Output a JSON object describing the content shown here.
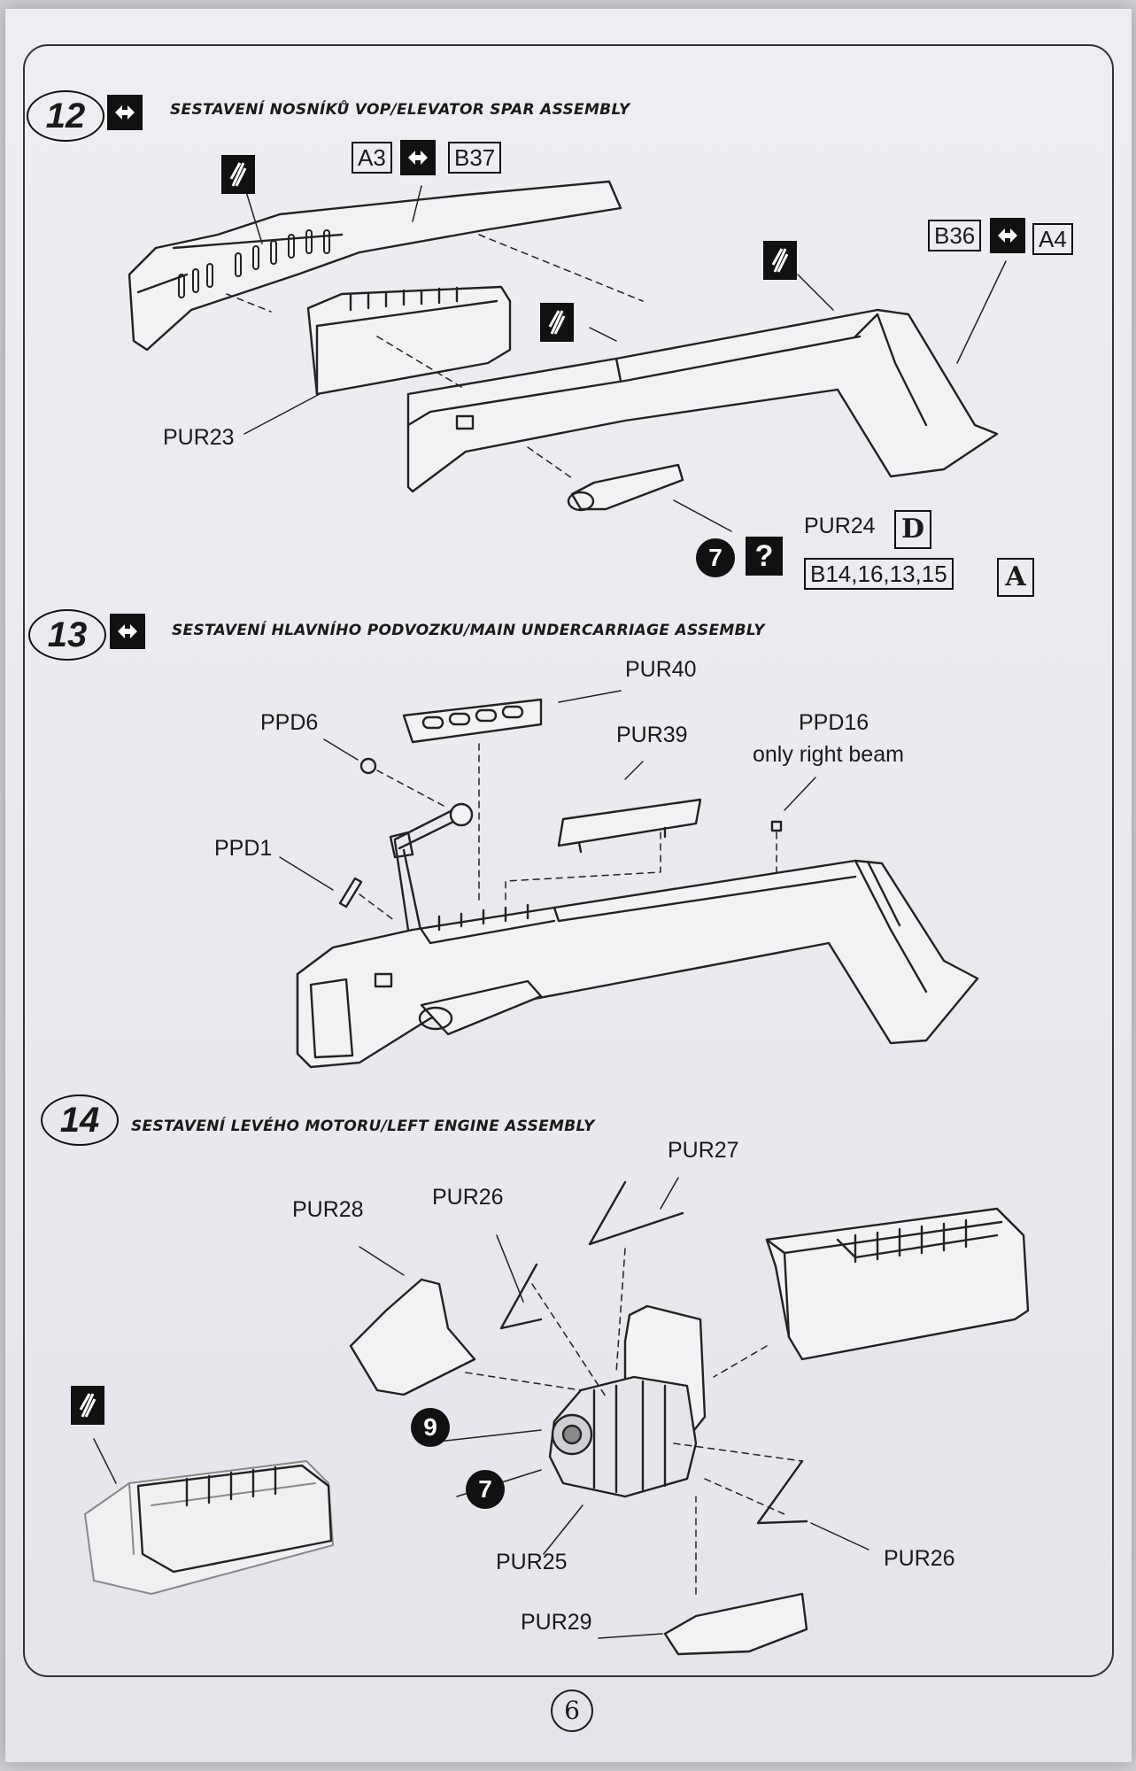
{
  "page_number": "6",
  "steps": [
    {
      "number": "12",
      "title": "SESTAVENÍ NOSNÍKŮ VOP/ELEVATOR SPAR ASSEMBLY",
      "labels": {
        "a3": "A3",
        "b37": "B37",
        "b36": "B36",
        "a4": "A4",
        "pur23": "PUR23",
        "pur24": "PUR24",
        "pur24_letter": "D",
        "ref_7": "7",
        "q_mark": "?",
        "b_parts": "B14,16,13,15",
        "b_parts_letter": "A"
      }
    },
    {
      "number": "13",
      "title": "SESTAVENÍ HLAVNÍHO PODVOZKU/MAIN UNDERCARRIAGE ASSEMBLY",
      "labels": {
        "pur40": "PUR40",
        "pur39": "PUR39",
        "ppd6": "PPD6",
        "ppd16": "PPD16",
        "ppd16_note": "only right beam",
        "ppd1": "PPD1"
      }
    },
    {
      "number": "14",
      "title": "SESTAVENÍ LEVÉHO MOTORU/LEFT ENGINE ASSEMBLY",
      "labels": {
        "pur27": "PUR27",
        "pur28": "PUR28",
        "pur26_a": "PUR26",
        "ref_9": "9",
        "ref_7": "7",
        "pur25": "PUR25",
        "pur26_b": "PUR26",
        "pur29": "PUR29"
      }
    }
  ],
  "icons": [
    "glue-icon",
    "paint-icon",
    "assembly-icon",
    "question-icon"
  ]
}
